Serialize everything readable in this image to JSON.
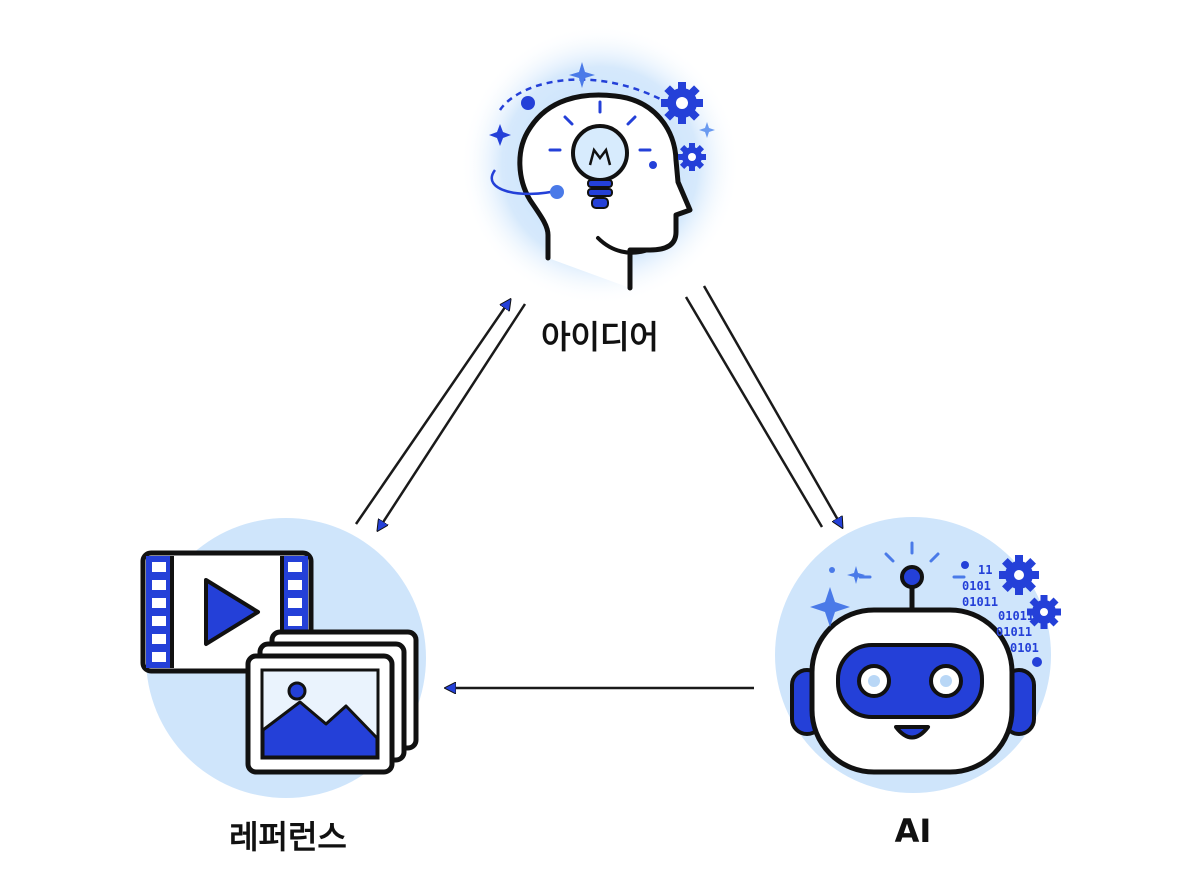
{
  "nodes": {
    "idea": {
      "label": "아이디어",
      "icon": "head-lightbulb-icon"
    },
    "reference": {
      "label": "레퍼런스",
      "icon": "video-and-images-icon"
    },
    "ai": {
      "label": "AI",
      "icon": "robot-icon"
    }
  },
  "decor": {
    "binary_rows": [
      "11",
      "0101",
      "01011",
      "01011",
      "01011",
      "0101"
    ]
  },
  "colors": {
    "accent": "#2440d8",
    "soft_blue": "#cfe5fb",
    "outline": "#111111",
    "arrow": "#1a1a1a"
  },
  "edges": [
    {
      "from": "reference",
      "to": "idea"
    },
    {
      "from": "idea",
      "to": "reference"
    },
    {
      "from": "idea",
      "to": "ai"
    },
    {
      "from": "ai",
      "to": "reference"
    }
  ]
}
